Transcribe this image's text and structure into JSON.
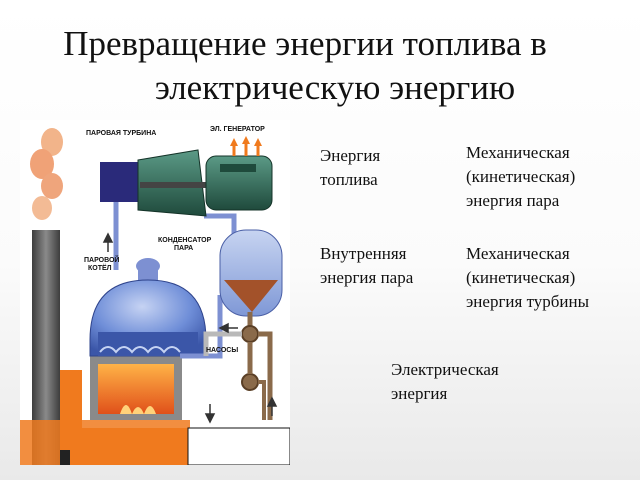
{
  "title": {
    "line1": "Превращение энергии топлива в",
    "line2": "электрическую энергию"
  },
  "diagram": {
    "labels": {
      "steam_turbine": "ПАРОВАЯ ТУРБИНА",
      "generator": "ЭЛ. ГЕНЕРАТОР",
      "condenser_1": "КОНДЕНСАТОР",
      "condenser_2": "ПАРА",
      "boiler_1": "ПАРОВОЙ",
      "boiler_2": "КОТЁЛ",
      "pumps": "НАСОСЫ"
    }
  },
  "energy_chain": {
    "fuel": {
      "line1": "Энергия",
      "line2": "топлива"
    },
    "steam_mechanical": {
      "line1": "Механическая",
      "line2": "(кинетическая)",
      "line3": "энергия пара"
    },
    "steam_internal": {
      "line1": "Внутренняя",
      "line2": "энергия пара"
    },
    "turbine_mechanical": {
      "line1": "Механическая",
      "line2": "(кинетическая)",
      "line3": "энергия турбины"
    },
    "electric": {
      "line1": "Электрическая",
      "line2": "энергия"
    }
  },
  "colors": {
    "boiler": "#6f8ed8",
    "turbine": "#2f6b57",
    "condenser": "#8fa7dc",
    "fire": "#f07a1e",
    "chimney": "#6a6a6a",
    "pipe_steam": "#7d90d2",
    "pipe_water": "#8a6a4a"
  }
}
